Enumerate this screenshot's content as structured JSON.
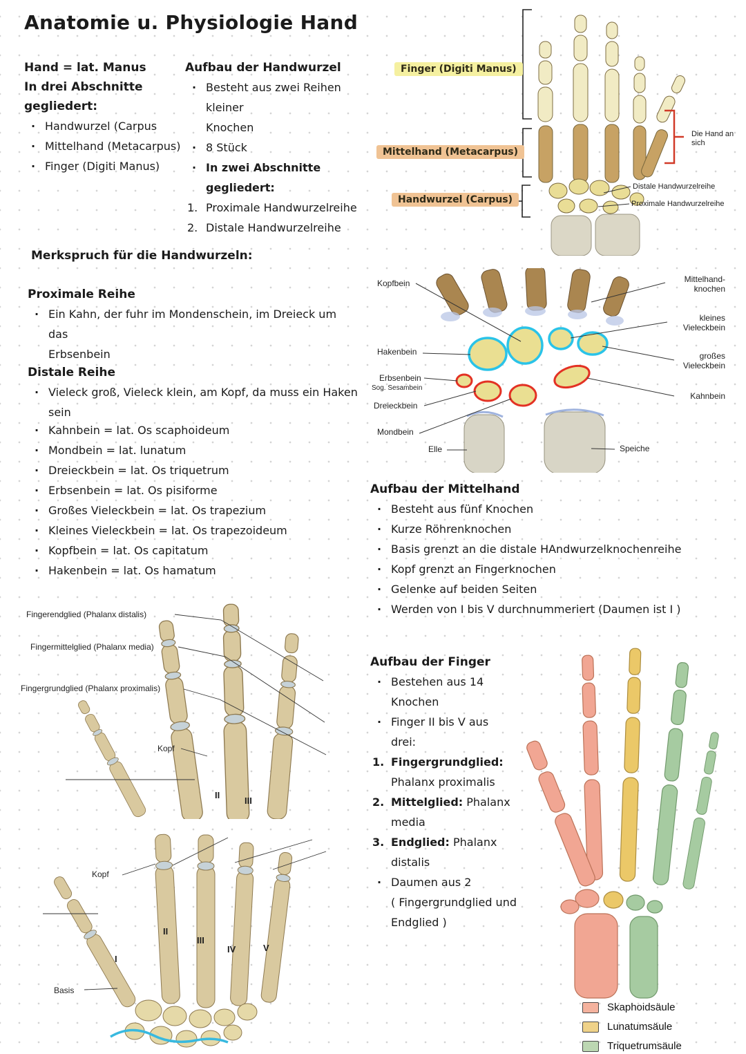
{
  "title": "Anatomie u. Physiologie Hand",
  "colors": {
    "highlight_yellow": "#f5f0a0",
    "highlight_orange": "#f0c394",
    "distal_row_outline_cyan": "#2ac3e8",
    "proximal_row_outline_red": "#e33124",
    "bracket_red": "#d13a28"
  },
  "intro": {
    "line1": "Hand = lat. Manus",
    "line2": "In drei Abschnitte",
    "line3": "gegliedert:",
    "items": [
      "Handwurzel (Carpus",
      "Mittelhand (Metacarpus)",
      "Finger (Digiti Manus)"
    ]
  },
  "handwurzel": {
    "heading": "Aufbau der Handwurzel",
    "b1": "Besteht aus zwei Reihen kleiner",
    "b1_cont": "Knochen",
    "b2": "8 Stück",
    "b3": "In zwei Abschnitte gegliedert:",
    "n1_num": "1.",
    "n1": "Proximale Handwurzelreihe",
    "n2_num": "2.",
    "n2": "Distale Handwurzelreihe"
  },
  "hand_figure": {
    "finger_label": "Finger (Digiti Manus)",
    "mittelhand_label": "Mittelhand (Metacarpus)",
    "handwurzel_label": "Handwurzel (Carpus)",
    "hand_an_sich_l1": "Die Hand an",
    "hand_an_sich_l2": "sich",
    "distale": "Distale Handwurzelreihe",
    "proximale": "Proximale Handwurzelreihe"
  },
  "merkspruch": {
    "heading": "Merkspruch für die Handwurzeln:",
    "prox_heading": "Proximale Reihe",
    "prox_line1": "Ein Kahn, der fuhr im Mondenschein, im Dreieck um das",
    "prox_line2": "Erbsenbein",
    "dist_heading": "Distale Reihe",
    "dist_line": "Vieleck groß, Vieleck klein, am Kopf, da muss ein Haken sein",
    "bones": [
      "Kahnbein = lat. Os scaphoideum",
      "Mondbein = lat. lunatum",
      "Dreieckbein = lat. Os triquetrum",
      "Erbsenbein = lat. Os pisiforme",
      "Großes Vieleckbein = lat. Os trapezium",
      "Kleines Vieleckbein = lat. Os trapezoideum",
      "Kopfbein = lat. Os capitatum",
      "Hakenbein = lat. Os hamatum"
    ]
  },
  "carpal_figure": {
    "kopfbein": "Kopfbein",
    "hakenbein": "Hakenbein",
    "erbsenbein": "Erbsenbein",
    "sesambein": "Sog. Sesambein",
    "dreieckbein": "Dreieckbein",
    "mondbein": "Mondbein",
    "elle": "Elle",
    "speiche": "Speiche",
    "mittelhand_l1": "Mittelhand-",
    "mittelhand_l2": "knochen",
    "kleines_l1": "kleines",
    "kleines_l2": "Vieleckbein",
    "grosses_l1": "großes",
    "grosses_l2": "Vieleckbein",
    "kahnbein": "Kahnbein"
  },
  "mittelhand": {
    "heading": "Aufbau der Mittelhand",
    "bullets": [
      "Besteht aus fünf Knochen",
      "Kurze Röhrenknochen",
      "Basis grenzt an die distale HAndwurzelknochenreihe",
      "Kopf grenzt an Fingerknochen",
      "Gelenke auf beiden Seiten",
      "Werden von I bis V durchnummeriert (Daumen ist I )"
    ]
  },
  "finger_figure1": {
    "endglied": "Fingerendglied (Phalanx distalis)",
    "mittelglied": "Fingermittelglied (Phalanx media)",
    "grundglied": "Fingergrundglied (Phalanx proximalis)",
    "kopf": "Kopf",
    "num2": "II",
    "num3": "III"
  },
  "finger_figure2": {
    "kopf": "Kopf",
    "basis": "Basis",
    "num1": "I",
    "num2": "II",
    "num3": "III",
    "num4": "IV",
    "num5": "V"
  },
  "aufbau_finger": {
    "heading": "Aufbau der Finger",
    "b1": "Bestehen aus 14",
    "b1_cont": "Knochen",
    "b2": "Finger II bis V aus",
    "b2_cont": "drei:",
    "n1_num": "1.",
    "n1_bold": "Fingergrundglied:",
    "n1_cont": "Phalanx proximalis",
    "n2_num": "2.",
    "n2_bold": "Mittelglied:",
    "n2_rest": "Phalanx",
    "n2_cont": "media",
    "n3_num": "3.",
    "n3_bold": "Endglied:",
    "n3_rest": "Phalanx",
    "n3_cont": "distalis",
    "b3": "Daumen aus 2",
    "b3_cont1": "( Fingergrundglied und",
    "b3_cont2": "Endglied )"
  },
  "legend": {
    "items": [
      {
        "label": "Skaphoidsäule",
        "color": "#f4b29e"
      },
      {
        "label": "Lunatumsäule",
        "color": "#efd289"
      },
      {
        "label": "Triquetrumsäule",
        "color": "#bcd7b2"
      }
    ]
  }
}
